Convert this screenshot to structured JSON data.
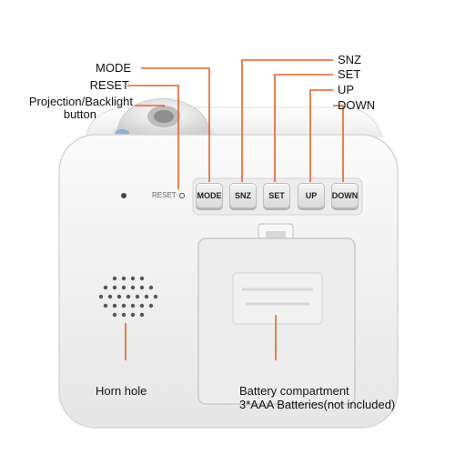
{
  "labels": {
    "mode": "MODE",
    "reset": "RESET",
    "projection_line1": "Projection/Backlight",
    "projection_line2": "button",
    "snz": "SNZ",
    "set": "SET",
    "up": "UP",
    "down": "DOWN",
    "horn_hole": "Horn hole",
    "battery_line1": "Battery compartment",
    "battery_line2": "3*AAA Batteries(not included)"
  },
  "device": {
    "reset_marking": "RESET",
    "buttons": [
      "MODE",
      "SNZ",
      "SET",
      "UP",
      "DOWN"
    ]
  },
  "colors": {
    "callout_line": "#e8622a",
    "body": "#f3f3f3"
  }
}
